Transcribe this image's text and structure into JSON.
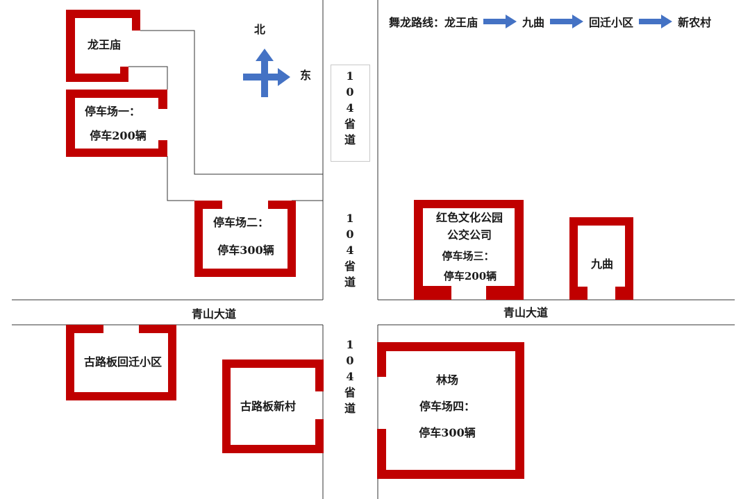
{
  "compass": {
    "north": "北",
    "east": "东"
  },
  "legend": {
    "title": "舞龙路线：",
    "stops": [
      "龙王庙",
      "九曲",
      "回迁小区",
      "新农村"
    ],
    "arrow_color": "#4472C4"
  },
  "highway": {
    "chars": [
      "1",
      "0",
      "4",
      "省",
      "道"
    ]
  },
  "roads": {
    "main": "青山大道"
  },
  "places": {
    "longwangmiao": "龙王庙",
    "parking1_name": "停车场一：",
    "parking1_cap": "停车200辆",
    "parking2_name": "停车场二：",
    "parking2_cap": "停车300辆",
    "hongse_line1": "红色文化公园",
    "hongse_line2": "公交公司",
    "parking3_name": "停车场三：",
    "parking3_cap": "停车200辆",
    "jiuqu": "九曲",
    "gulubanhuiqian": "古路板回迁小区",
    "gulubanxincun": "古路板新村",
    "linchang": "林场",
    "parking4_name": "停车场四：",
    "parking4_cap": "停车300辆"
  },
  "colors": {
    "building": "#C00000",
    "road_line": "#333333"
  }
}
